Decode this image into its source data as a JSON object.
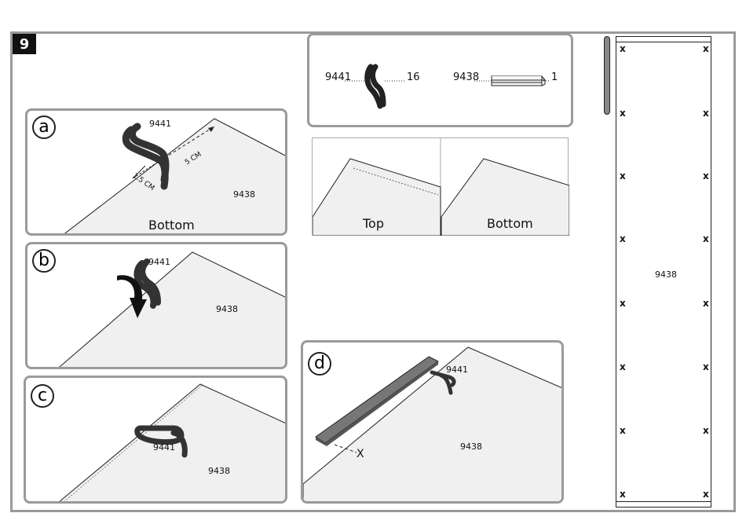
{
  "step_number": "9",
  "parts": [
    {
      "id": "9441",
      "qty": "16"
    },
    {
      "id": "9438",
      "qty": "1"
    }
  ],
  "panels": {
    "a": {
      "letter": "a",
      "clip_label": "9441",
      "mat_label": "9438",
      "dim_short": "1.5 CM",
      "dim_long": "5 CM",
      "caption": "Bottom"
    },
    "b": {
      "letter": "b",
      "clip_label": "9441",
      "mat_label": "9438"
    },
    "c": {
      "letter": "c",
      "clip_label": "9441",
      "mat_label": "9438"
    },
    "d": {
      "letter": "d",
      "clip_label": "9441",
      "mat_label": "9438",
      "mark": "X"
    }
  },
  "views": {
    "top": "Top",
    "bottom": "Bottom"
  },
  "strip": {
    "label": "9438",
    "mark": "x"
  }
}
